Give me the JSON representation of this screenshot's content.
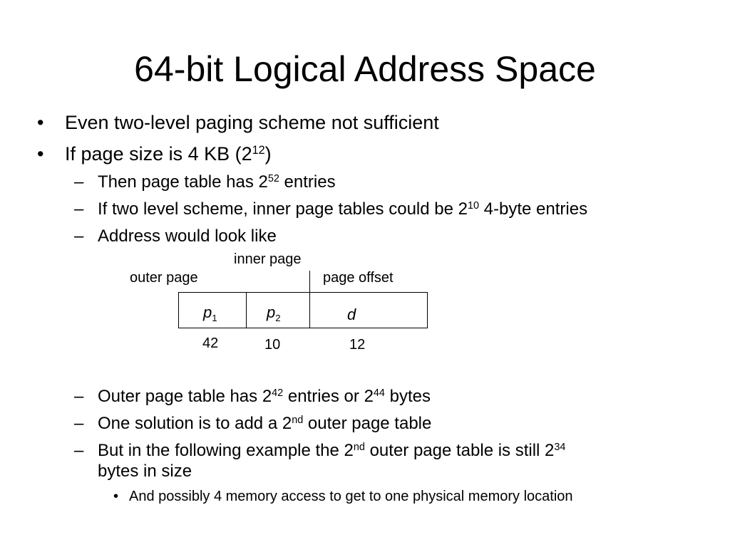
{
  "slide": {
    "title": "64-bit Logical Address Space",
    "bullets": [
      {
        "marker": "•",
        "text": "Even two-level paging scheme not sufficient"
      },
      {
        "marker": "•",
        "pre": "If page size is 4 KB (2",
        "sup": "12",
        "post": ")"
      }
    ],
    "sub_bullets_top": [
      {
        "marker": "–",
        "pre": "Then page table has 2",
        "sup": "52",
        "post": " entries"
      },
      {
        "marker": "–",
        "pre": "If two level scheme, inner page tables could be 2",
        "sup": "10",
        "post": " 4-byte entries"
      },
      {
        "marker": "–",
        "text": "Address would look like"
      }
    ],
    "diagram": {
      "labels": {
        "outer": "outer page",
        "inner": "inner page",
        "offset": "page offset"
      },
      "fields": [
        {
          "var": "p",
          "sub": "1",
          "bits": "42"
        },
        {
          "var": "p",
          "sub": "2",
          "bits": "10"
        },
        {
          "var": "d",
          "sub": "",
          "bits": "12"
        }
      ]
    },
    "sub_bullets_bottom": [
      {
        "marker": "–",
        "pre": "Outer page table has 2",
        "sup": "42",
        "mid": " entries or 2",
        "sup2": "44",
        "post": " bytes"
      },
      {
        "marker": "–",
        "pre": "One solution is to add a 2",
        "sup": "nd",
        "post": " outer page table"
      },
      {
        "marker": "–",
        "pre": "But in the following example the 2",
        "sup": "nd",
        "mid": " outer page table is still 2",
        "sup2": "34",
        "post": ""
      },
      {
        "text": "bytes in size"
      }
    ],
    "sub_sub_bullets": [
      {
        "marker": "•",
        "text": "And possibly 4 memory access to get to one physical memory location"
      }
    ]
  }
}
